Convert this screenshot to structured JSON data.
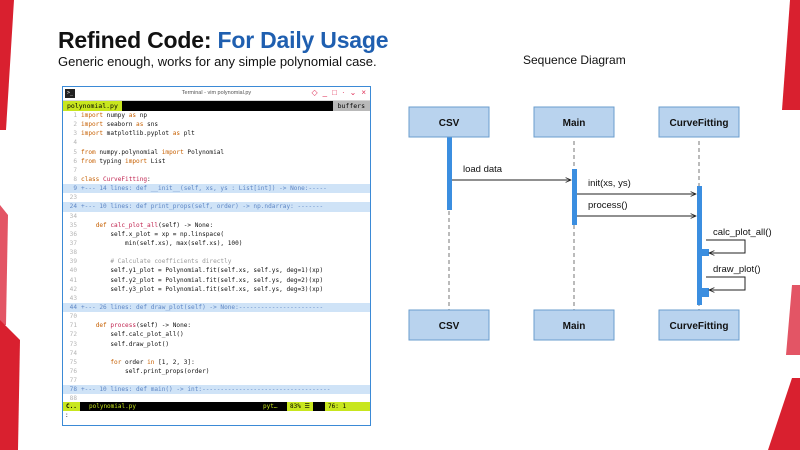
{
  "slide": {
    "title_main": "Refined Code:",
    "title_accent": "For Daily Usage",
    "subtitle": "Generic enough, works for any simple polynomial case.",
    "accent_color": "#1f5fb0",
    "decor_color": "#d9202f"
  },
  "terminal": {
    "window_title": "Terminal - vim polynomial.py",
    "prompt_icon": ">_",
    "controls": [
      "◇",
      "_",
      "□",
      "·",
      "⌄",
      "×"
    ],
    "tab_active": "polynomial.py",
    "tab_right": "buffers",
    "lines": [
      {
        "num": "1",
        "text": "import numpy as np",
        "fold": false
      },
      {
        "num": "2",
        "text": "import seaborn as sns",
        "fold": false
      },
      {
        "num": "3",
        "text": "import matplotlib.pyplot as plt",
        "fold": false
      },
      {
        "num": "4",
        "text": "",
        "fold": false
      },
      {
        "num": "5",
        "text": "from numpy.polynomial import Polynomial",
        "fold": false
      },
      {
        "num": "6",
        "text": "from typing import List",
        "fold": false
      },
      {
        "num": "7",
        "text": "",
        "fold": false
      },
      {
        "num": "8",
        "text": "class CurveFitting:",
        "fold": false
      },
      {
        "num": "9",
        "text": "+--- 14 lines: def __init__(self, xs, ys : List[int]) -> None:-----",
        "fold": true
      },
      {
        "num": "23",
        "text": "",
        "fold": false
      },
      {
        "num": "24",
        "text": "+--- 10 lines: def print_props(self, order) -> np.ndarray: -------",
        "fold": true
      },
      {
        "num": "34",
        "text": "",
        "fold": false
      },
      {
        "num": "35",
        "text": "    def calc_plot_all(self) -> None:",
        "fold": false
      },
      {
        "num": "36",
        "text": "        self.x_plot = xp = np.linspace(",
        "fold": false
      },
      {
        "num": "37",
        "text": "            min(self.xs), max(self.xs), 100)",
        "fold": false
      },
      {
        "num": "38",
        "text": "",
        "fold": false
      },
      {
        "num": "39",
        "text": "        # Calculate coefficients directly",
        "fold": false
      },
      {
        "num": "40",
        "text": "        self.y1_plot = Polynomial.fit(self.xs, self.ys, deg=1)(xp)",
        "fold": false
      },
      {
        "num": "41",
        "text": "        self.y2_plot = Polynomial.fit(self.xs, self.ys, deg=2)(xp)",
        "fold": false
      },
      {
        "num": "42",
        "text": "        self.y3_plot = Polynomial.fit(self.xs, self.ys, deg=3)(xp)",
        "fold": false
      },
      {
        "num": "43",
        "text": "",
        "fold": false
      },
      {
        "num": "44",
        "text": "+--- 26 lines: def draw_plot(self) -> None:-----------------------",
        "fold": true
      },
      {
        "num": "70",
        "text": "",
        "fold": false
      },
      {
        "num": "71",
        "text": "    def process(self) -> None:",
        "fold": false
      },
      {
        "num": "72",
        "text": "        self.calc_plot_all()",
        "fold": false
      },
      {
        "num": "73",
        "text": "        self.draw_plot()",
        "fold": false
      },
      {
        "num": "74",
        "text": "",
        "fold": false
      },
      {
        "num": "75",
        "text": "        for order in [1, 2, 3]:",
        "fold": false
      },
      {
        "num": "76",
        "text": "            self.print_props(order)",
        "fold": false
      },
      {
        "num": "77",
        "text": "",
        "fold": false
      },
      {
        "num": "78",
        "text": "+--- 10 lines: def main() -> int:-----------------------------------",
        "fold": true
      },
      {
        "num": "88",
        "text": "",
        "fold": false
      }
    ],
    "status": {
      "mode": "C..",
      "filename": "polynomial.py",
      "filetype": "pyt…",
      "percent": "83% ☰",
      "position": "76:  1"
    },
    "cmdline": ":"
  },
  "diagram": {
    "title": "Sequence Diagram",
    "actors": [
      "CSV",
      "Main",
      "CurveFitting"
    ],
    "messages": [
      {
        "label": "load data",
        "from": "CSV",
        "to": "Main",
        "kind": "call"
      },
      {
        "label": "init(xs, ys)",
        "from": "Main",
        "to": "CurveFitting",
        "kind": "call"
      },
      {
        "label": "process()",
        "from": "Main",
        "to": "CurveFitting",
        "kind": "call"
      },
      {
        "label": "calc_plot_all()",
        "from": "CurveFitting",
        "to": "CurveFitting",
        "kind": "self"
      },
      {
        "label": "draw_plot()",
        "from": "CurveFitting",
        "to": "CurveFitting",
        "kind": "self"
      }
    ],
    "box_fill": "#b9d3ee",
    "box_stroke": "#6a9ccd",
    "activation_color": "#3b8ee0"
  }
}
